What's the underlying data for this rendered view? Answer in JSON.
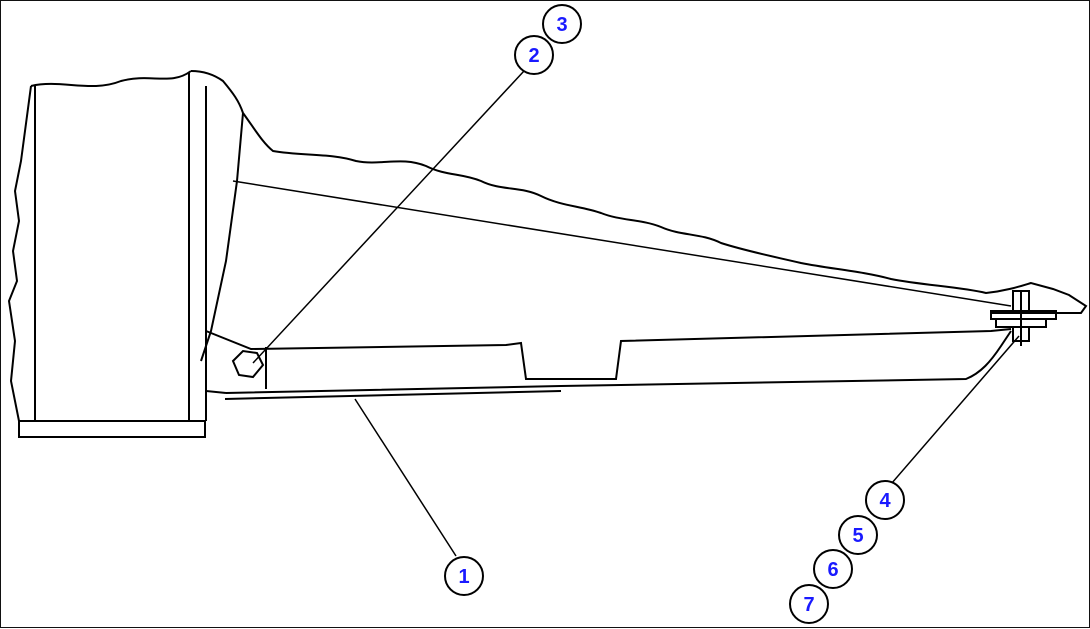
{
  "diagram": {
    "callout_color": "#1a1aff",
    "callouts": [
      {
        "id": "1",
        "label": "1"
      },
      {
        "id": "2",
        "label": "2"
      },
      {
        "id": "3",
        "label": "3"
      },
      {
        "id": "4",
        "label": "4"
      },
      {
        "id": "5",
        "label": "5"
      },
      {
        "id": "6",
        "label": "6"
      },
      {
        "id": "7",
        "label": "7"
      }
    ]
  }
}
